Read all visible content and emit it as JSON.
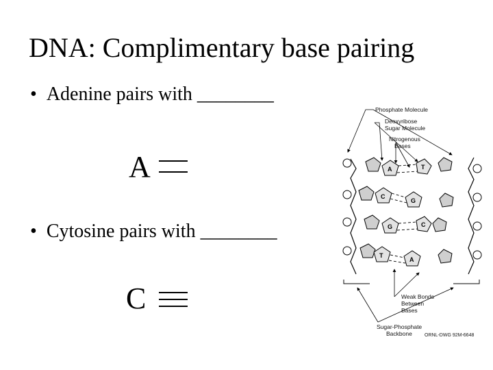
{
  "slide": {
    "title": "DNA: Complimentary base pairing",
    "bullet_char": "•",
    "bullets": [
      {
        "text": "Adenine pairs with ________"
      },
      {
        "text": "Cytosine pairs with ________"
      }
    ],
    "pair_letters": [
      "A",
      "C"
    ]
  },
  "diagram": {
    "labels": {
      "phosphate": "Phosphate Molecule",
      "deoxyribose_1": "Deoxyribose",
      "deoxyribose_2": "Sugar Molecule",
      "nitrogenous_1": "Nitrogenous",
      "nitrogenous_2": "Bases",
      "weak_1": "Weak Bonds",
      "weak_2": "Between",
      "weak_3": "Bases",
      "backbone_1": "Sugar-Phosphate",
      "backbone_2": "Backbone",
      "code": "ORNL-DWG 92M-6648"
    },
    "base_pairs": [
      {
        "left": "A",
        "right": "T"
      },
      {
        "left": "C",
        "right": "G"
      },
      {
        "left": "G",
        "right": "C"
      },
      {
        "left": "T",
        "right": "A"
      }
    ]
  }
}
